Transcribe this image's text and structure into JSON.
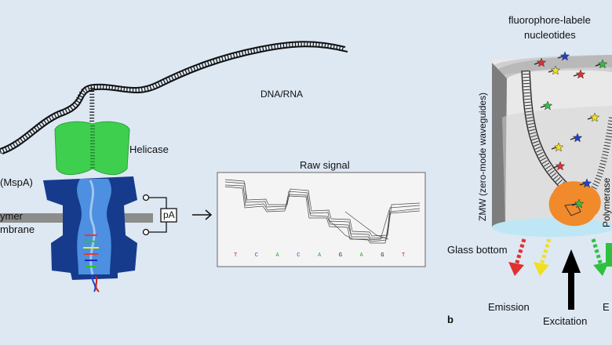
{
  "panel_a": {
    "strand_label": "DNA/RNA",
    "helicase_label": "Helicase",
    "pore_label_partial": "(MspA)",
    "polymer_label_partial": "ymer",
    "membrane_label_partial": "mbrane",
    "current_label": "pA",
    "raw_signal_title": "Raw signal",
    "bases": [
      {
        "base": "T",
        "color": "#cc2222"
      },
      {
        "base": "C",
        "color": "#2244cc"
      },
      {
        "base": "A",
        "color": "#22aa33"
      },
      {
        "base": "C",
        "color": "#2244cc"
      },
      {
        "base": "A",
        "color": "#22aa33"
      },
      {
        "base": "G",
        "color": "#222222"
      },
      {
        "base": "A",
        "color": "#22aa33"
      },
      {
        "base": "G",
        "color": "#222222"
      },
      {
        "base": "T",
        "color": "#cc2222"
      }
    ],
    "colors": {
      "helicase": "#3fcf4f",
      "pore": "#163b8c",
      "pore_channel": "#4d8fe0",
      "membrane": "#8c8c8c"
    }
  },
  "panel_b": {
    "panel_letter": "b",
    "top_label_line1": "fluorophore-labele",
    "top_label_line2": "nucleotides",
    "zmw_label": "ZMW (zero-mode waveguides)",
    "polymerase_label_partial": "Polymerase",
    "glass_label": "Glass bottom",
    "emission_label": "Emission",
    "excitation_label": "Excitation",
    "emission_label_partial": "E",
    "colors": {
      "polymerase": "#f08a2a",
      "glass": "#bfe6f5",
      "star_red": "#e03030",
      "star_yellow": "#f0e020",
      "star_green": "#30c040",
      "star_blue": "#2040d0"
    }
  }
}
